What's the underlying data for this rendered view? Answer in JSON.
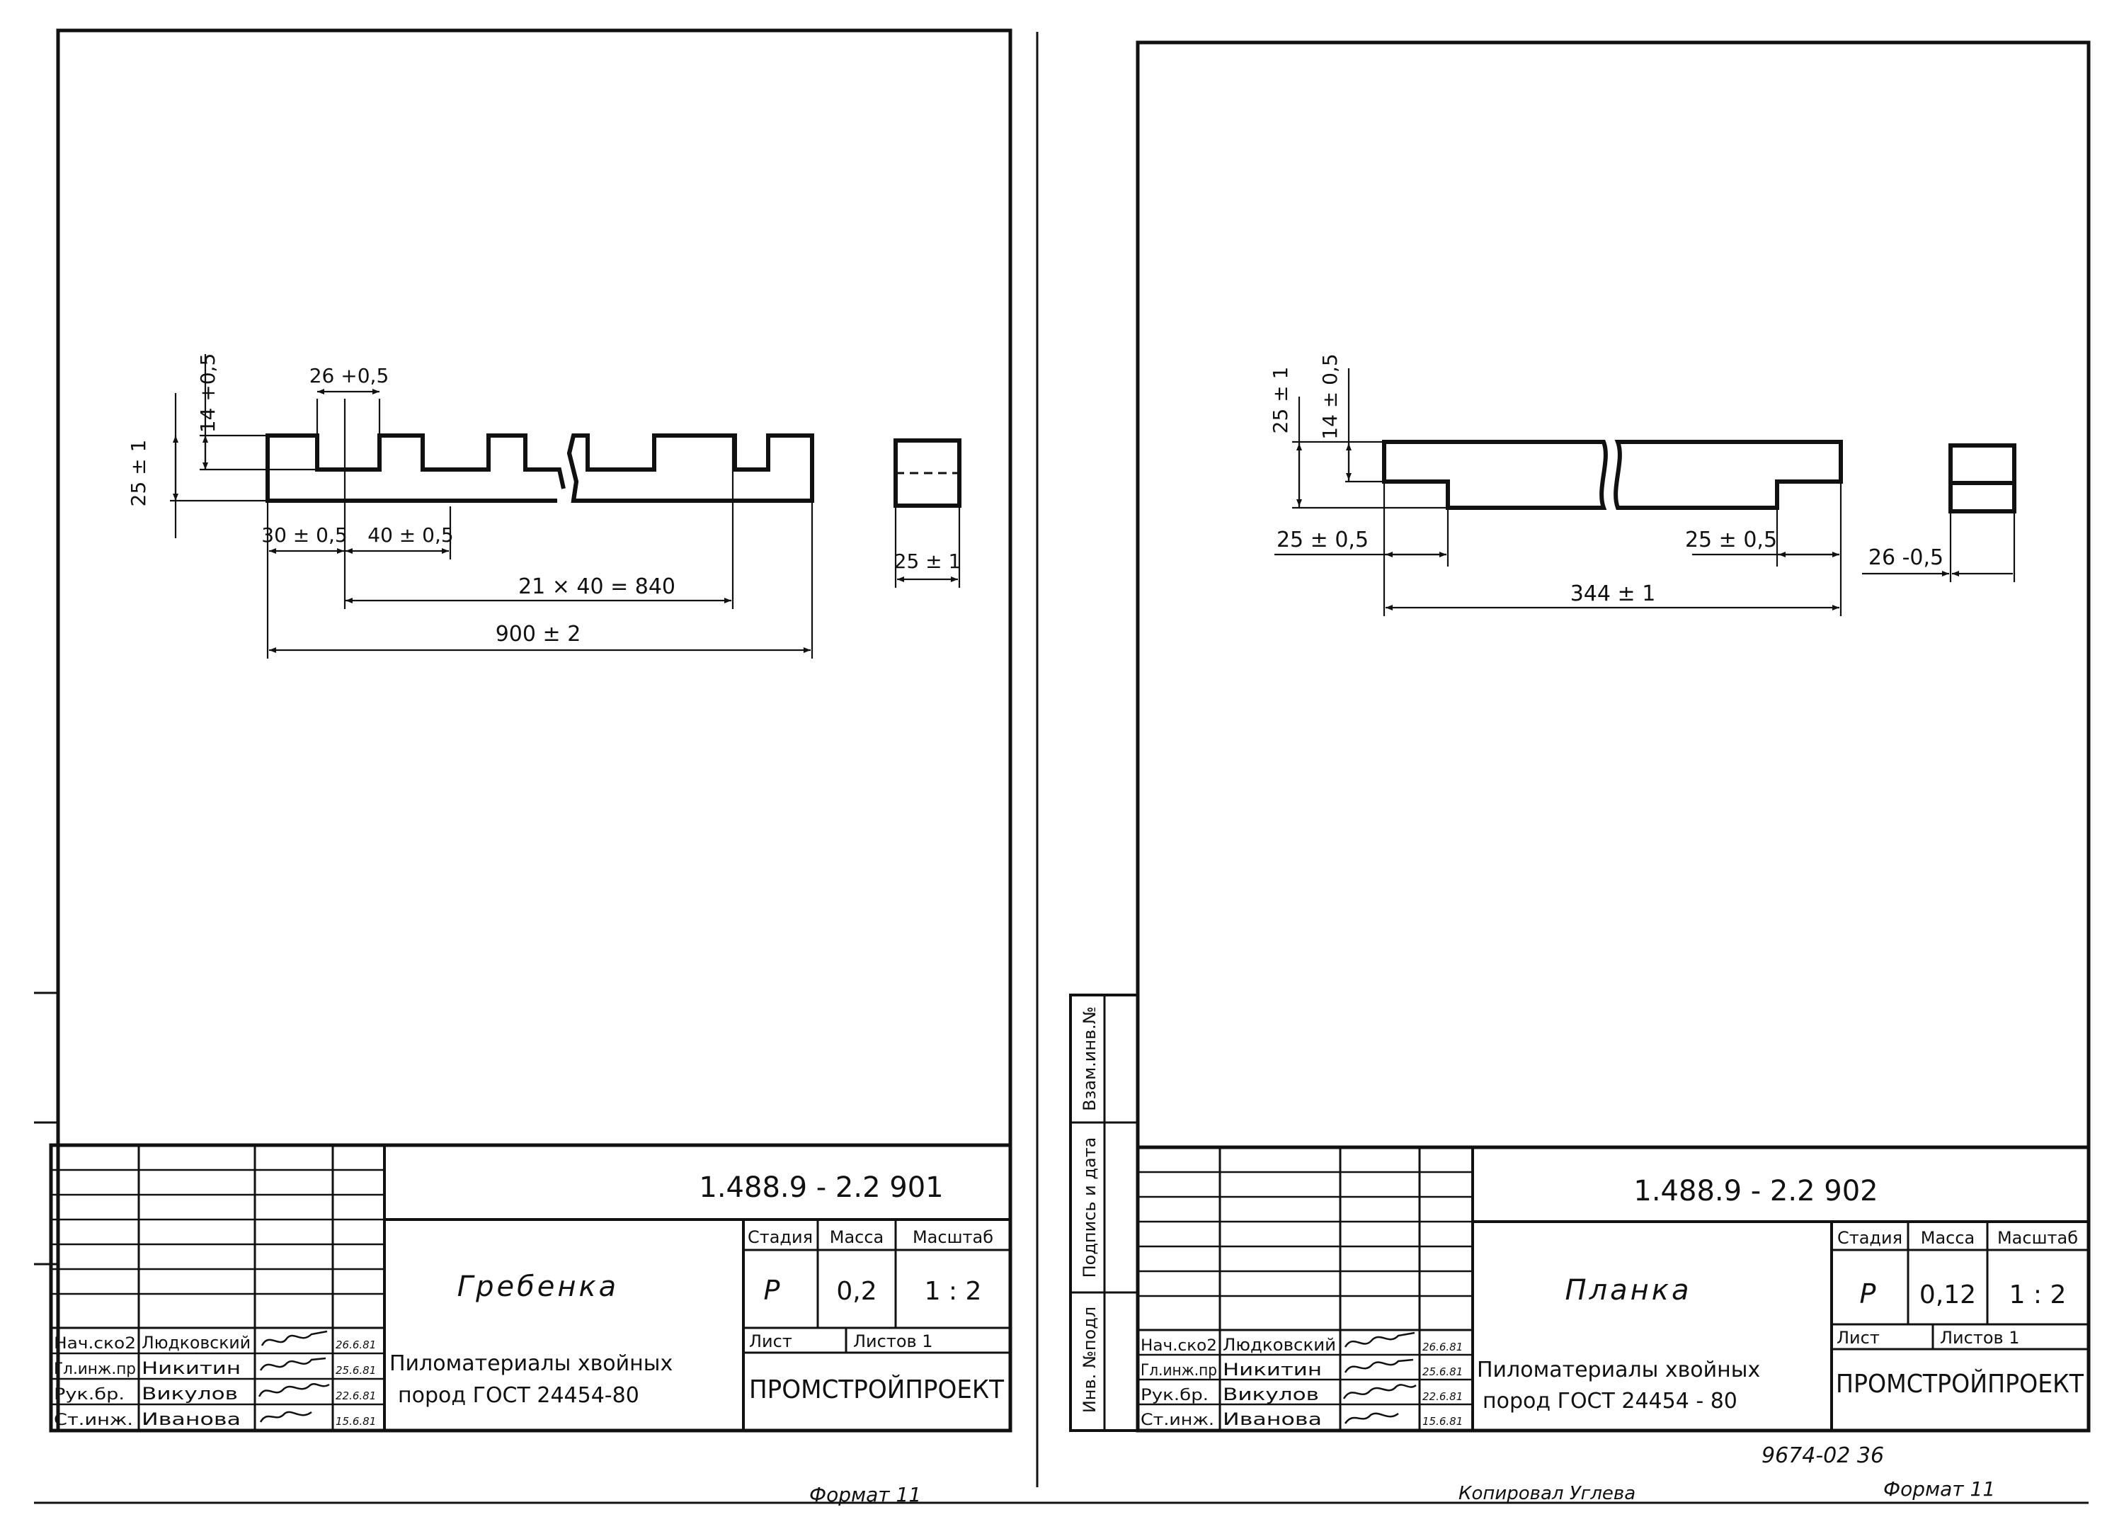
{
  "sheets": [
    {
      "dims": {
        "tooth_height": "14 +0,5",
        "tooth_width": "26 +0,5",
        "height": "25 ± 1",
        "first_offset": "30 ± 0,5",
        "pitch": "40 ± 0,5",
        "pitch_total": "21 × 40 = 840",
        "length": "900 ± 2",
        "section_width": "25 ± 1"
      },
      "title_block": {
        "doc_number": "1.488.9 - 2.2 901",
        "part_name": "Гребенка",
        "col_stage": "Стадия",
        "col_mass": "Масса",
        "col_scale": "Масштаб",
        "stage": "Р",
        "mass": "0,2",
        "scale": "1 : 2",
        "sheet_label": "Лист",
        "sheets_label": "Листов 1",
        "material_line1": "Пиломатериалы хвойных",
        "material_line2": "пород ГОСТ 24454-80",
        "org": "ПРОМСТРОЙПРОЕКТ",
        "signers": [
          {
            "role": "Нач.ско2",
            "name": "Людковский",
            "date": "26.6.81"
          },
          {
            "role": "Гл.инж.пр",
            "name": "Никитин",
            "date": "25.6.81"
          },
          {
            "role": "Рук.бр.",
            "name": "Викулов",
            "date": "22.6.81"
          },
          {
            "role": "Ст.инж.",
            "name": "Иванова",
            "date": "15.6.81"
          }
        ]
      },
      "format": "Формат 11"
    },
    {
      "dims": {
        "height": "25 ± 1",
        "step_height": "14 ± 0,5",
        "left_step": "25 ± 0,5",
        "right_step": "25 ± 0,5",
        "length": "344 ± 1",
        "section_width": "26 -0,5"
      },
      "title_block": {
        "doc_number": "1.488.9 - 2.2 902",
        "part_name": "Планка",
        "col_stage": "Стадия",
        "col_mass": "Масса",
        "col_scale": "Масштаб",
        "stage": "Р",
        "mass": "0,12",
        "scale": "1 : 2",
        "sheet_label": "Лист",
        "sheets_label": "Листов 1",
        "material_line1": "Пиломатериалы хвойных",
        "material_line2": "пород ГОСТ 24454 - 80",
        "org": "ПРОМСТРОЙПРОЕКТ",
        "signers": [
          {
            "role": "Нач.ско2",
            "name": "Людковский",
            "date": "26.6.81"
          },
          {
            "role": "Гл.инж.пр",
            "name": "Никитин",
            "date": "25.6.81"
          },
          {
            "role": "Рук.бр.",
            "name": "Викулов",
            "date": "22.6.81"
          },
          {
            "role": "Ст.инж.",
            "name": "Иванова",
            "date": "15.6.81"
          }
        ]
      },
      "side_stamp": [
        "Инв. №подл",
        "Подпись и дата",
        "Взам.инв.№"
      ],
      "footer_number": "9674-02   36",
      "copied_by": "Копировал Углева",
      "format": "Формат 11"
    }
  ]
}
